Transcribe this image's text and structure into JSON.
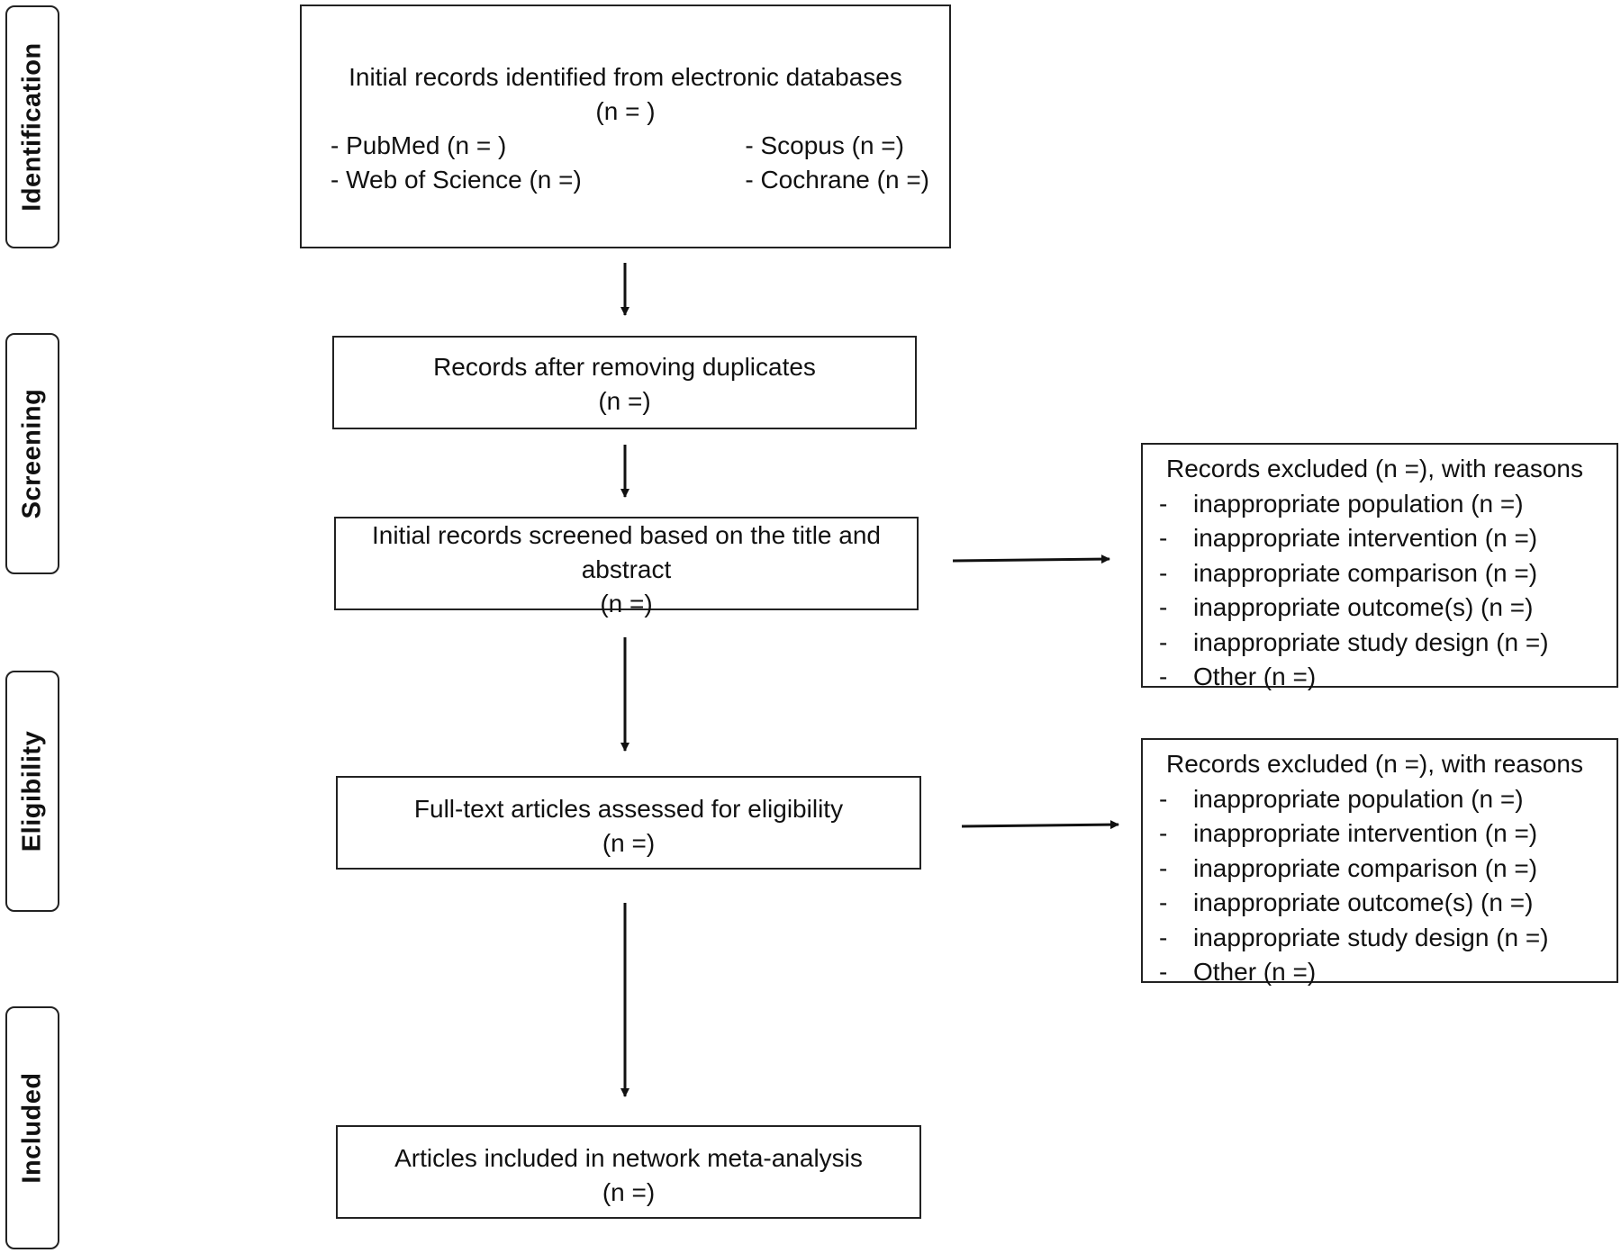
{
  "stages": {
    "identification": "Identification",
    "screening": "Screening",
    "eligibility": "Eligibility",
    "included": "Included"
  },
  "identification_box": {
    "title": "Initial records identified from electronic  databases",
    "count": "(n = )",
    "databases": [
      "- PubMed (n = )",
      "- Scopus (n =)",
      "- Web of Science (n =)",
      "- Cochrane (n =)"
    ]
  },
  "duplicates_box": {
    "title": "Records after removing duplicates",
    "count": "(n =)"
  },
  "screened_box": {
    "title": "Initial records screened based on the title and abstract",
    "count": "(n =)"
  },
  "fulltext_box": {
    "title": "Full-text articles assessed for eligibility",
    "count": "(n =)"
  },
  "included_box": {
    "title": "Articles included in network meta-analysis",
    "count": "(n =)"
  },
  "excluded_screening": {
    "title": "Records excluded (n =), with reasons",
    "dash": "-",
    "reasons": [
      "inappropriate population (n =)",
      "inappropriate intervention (n =)",
      "inappropriate comparison (n =)",
      "inappropriate outcome(s) (n =)",
      "inappropriate study design (n =)",
      "Other (n =)"
    ]
  },
  "excluded_eligibility": {
    "title": "Records excluded (n =), with reasons",
    "dash": "-",
    "reasons": [
      "inappropriate population (n =)",
      "inappropriate intervention (n =)",
      "inappropriate comparison (n =)",
      "inappropriate outcome(s) (n =)",
      "inappropriate study design (n =)",
      "Other (n =)"
    ]
  }
}
